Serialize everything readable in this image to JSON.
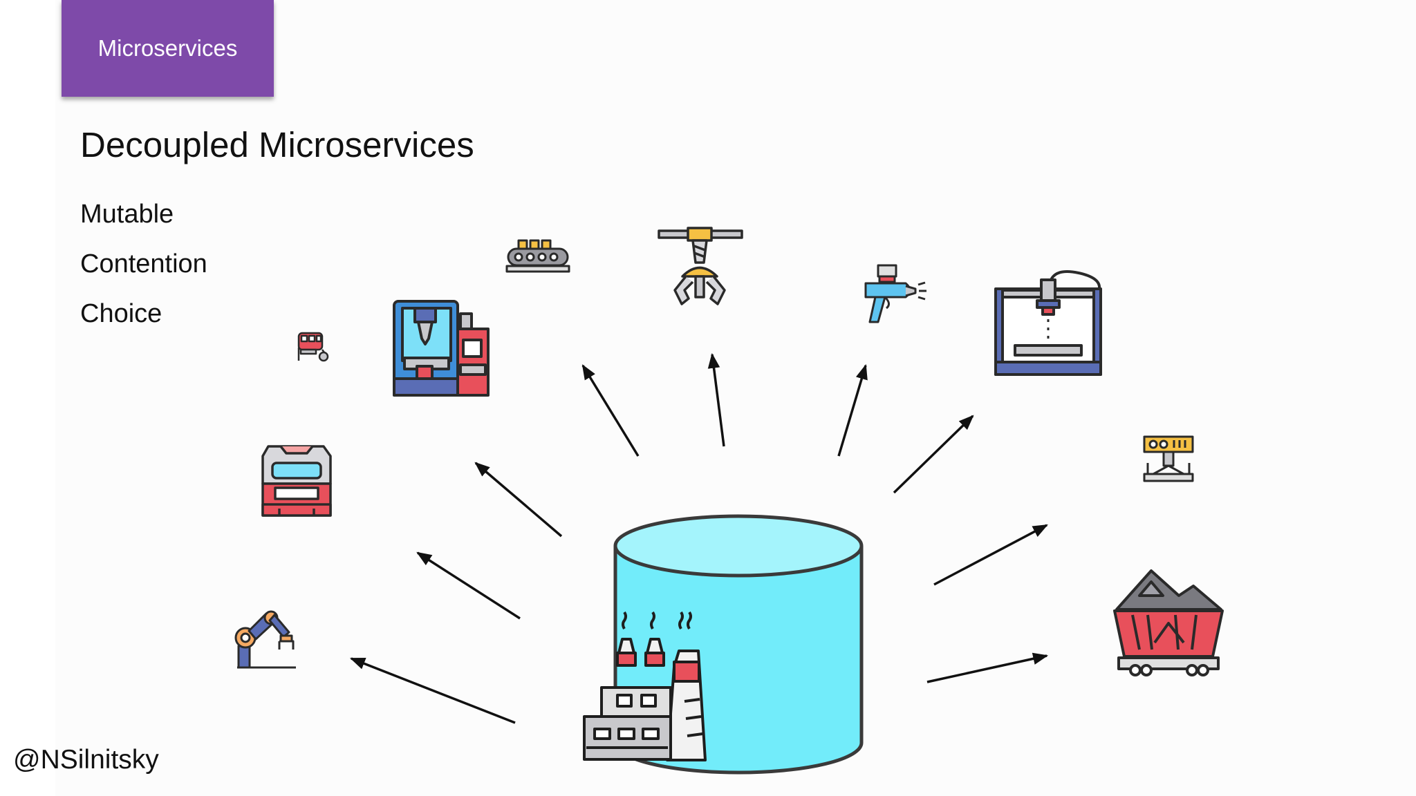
{
  "section_tab": "Microservices",
  "title": "Decoupled Microservices",
  "bullets": [
    "Mutable",
    "Contention",
    "Choice"
  ],
  "handle": "@NSilnitsky",
  "colors": {
    "accent": "#7e4aa9",
    "database_fill": "#72ecfa",
    "database_top": "#a4f4fc",
    "arrow": "#111111"
  },
  "icons": [
    "robot-arm-icon",
    "industrial-machine-icon",
    "mini-tractor-icon",
    "3d-printer-icon",
    "conveyor-belt-icon",
    "claw-crane-icon",
    "spray-gun-icon",
    "cnc-printer-icon",
    "press-machine-icon",
    "coal-wagon-icon",
    "factory-icon",
    "database-icon"
  ]
}
